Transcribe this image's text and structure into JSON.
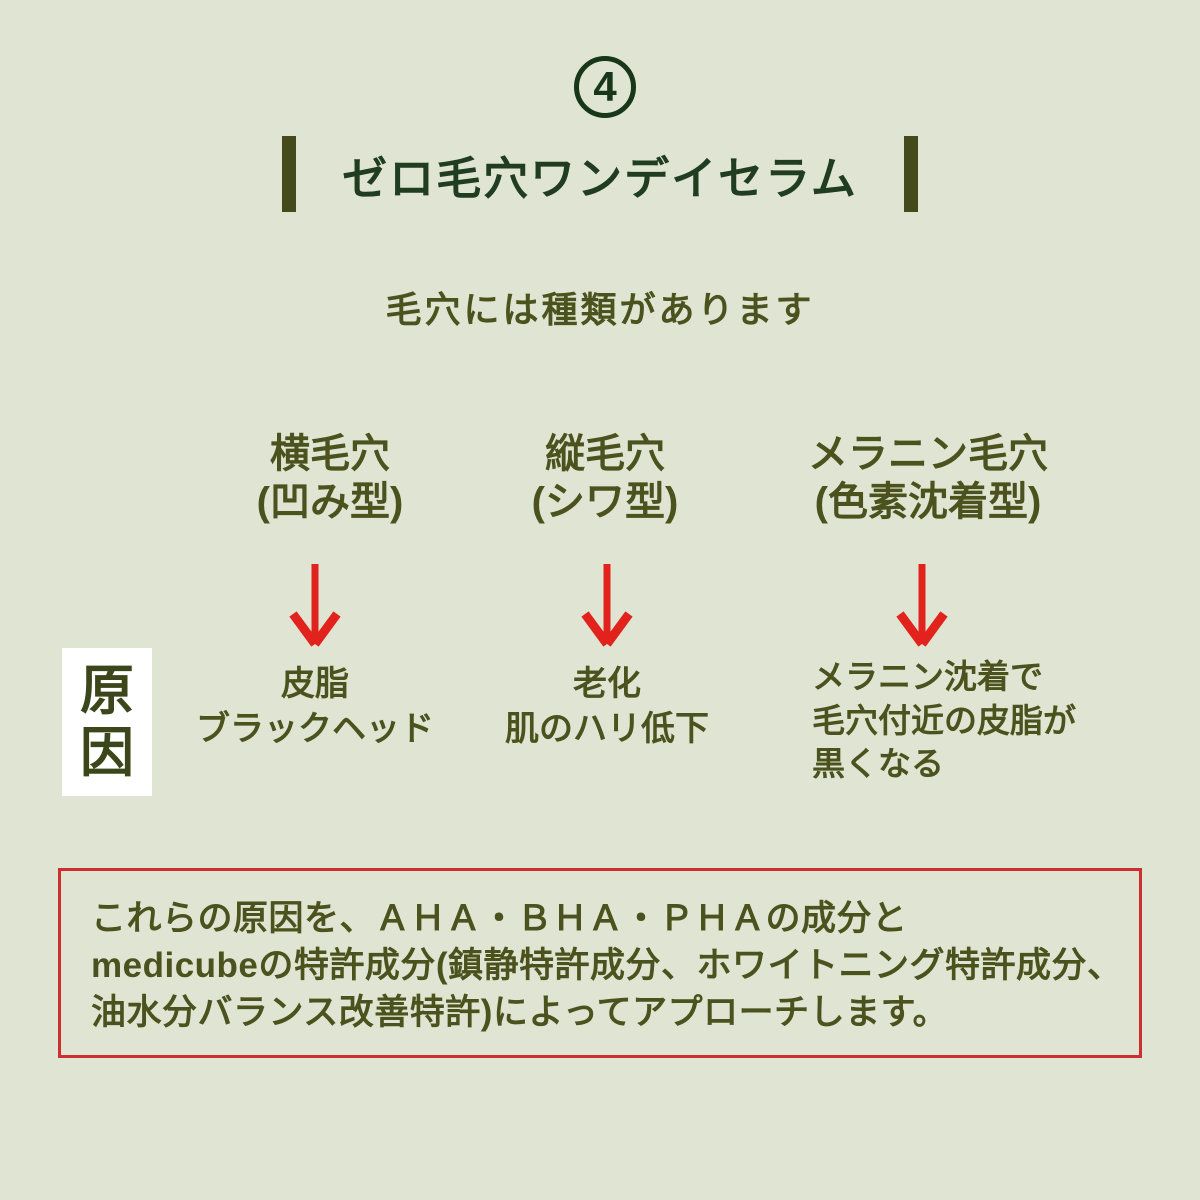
{
  "page": {
    "slide_number": "4",
    "title": "ゼロ毛穴ワンデイセラム",
    "subtitle": "毛穴には種類があります",
    "cause_label": "原因"
  },
  "pore_types": [
    {
      "name": "横毛穴",
      "subtype": "(凹み型)",
      "cause_lines": [
        "皮脂",
        "ブラックヘッド"
      ]
    },
    {
      "name": "縦毛穴",
      "subtype": "(シワ型)",
      "cause_lines": [
        "老化",
        "肌のハリ低下"
      ]
    },
    {
      "name": "メラニン毛穴",
      "subtype": "(色素沈着型)",
      "cause_lines": [
        "メラニン沈着で",
        "毛穴付近の皮脂が",
        "黒くなる"
      ]
    }
  ],
  "approach_note_lines": [
    "これらの原因を、ＡＨＡ・ＢＨＡ・ＰＨＡの成分と",
    "medicubeの特許成分(鎮静特許成分、ホワイトニング特許成分、",
    "油水分バランス改善特許)によってアプローチします。"
  ],
  "colors": {
    "background": "#dfe5d2",
    "title_green": "#203d22",
    "badge_green": "#17361a",
    "body_olive": "#4b521e",
    "title_bar_olive": "#454a1d",
    "arrow_red": "#e2231d",
    "note_border_red": "#cb2f2f",
    "cause_label_bg": "#ffffff"
  }
}
